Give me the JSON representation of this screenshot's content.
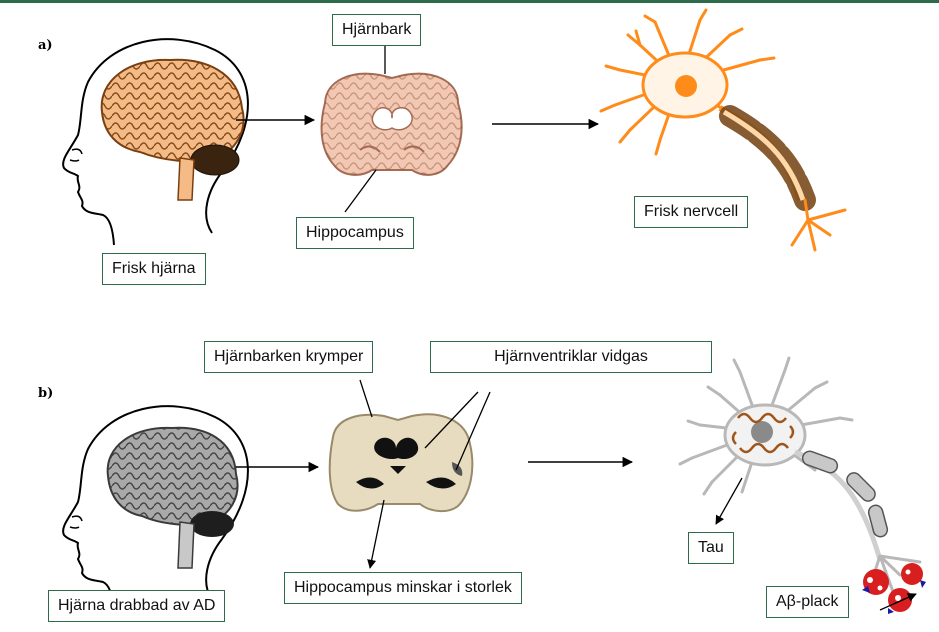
{
  "panels": [
    {
      "id": "a",
      "label": "a)",
      "labels": {
        "healthy_brain": "Frisk hjärna",
        "cortex": "Hjärnbark",
        "hippocampus": "Hippocampus",
        "healthy_neuron": "Frisk nervcell"
      }
    },
    {
      "id": "b",
      "label": "b)",
      "labels": {
        "ad_brain": "Hjärna drabbad av AD",
        "cortex_shrinks": "Hjärnbarken krymper",
        "ventricles_enlarge": "Hjärnventriklar vidgas",
        "hippocampus_shrinks": "Hippocampus minskar i storlek",
        "tau": "Tau",
        "abeta_plaque": "Aβ-plack"
      }
    }
  ],
  "colors": {
    "accent_border": "#2e6b4a",
    "healthy_brain": "#f5bb86",
    "healthy_section": "#f2c8b5",
    "healthy_neuron": "#ff8c1a",
    "myelin": "#7a4a1c",
    "ad_brain": "#a9a9a9",
    "ad_section": "#e8dcc0",
    "tau": "#a0561a",
    "plaque": "#d81e1e"
  }
}
